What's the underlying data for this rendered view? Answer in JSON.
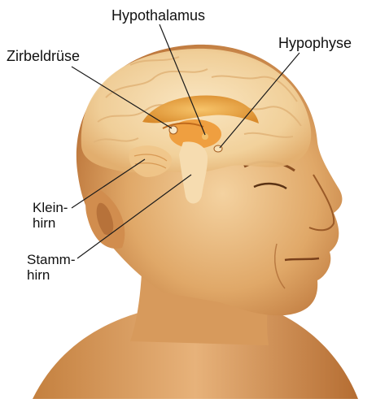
{
  "labels": {
    "hypothalamus": "Hypothalamus",
    "hypophyse": "Hypophyse",
    "zirbeldruese": "Zirbeldrüse",
    "kleinhirn_line1": "Klein-",
    "kleinhirn_line2": "hirn",
    "stammhirn_line1": "Stamm-",
    "stammhirn_line2": "hirn"
  },
  "colors": {
    "background": "#ffffff",
    "skin_light": "#f3cf98",
    "skin_mid": "#d99a55",
    "skin_dark": "#a8612a",
    "brain_gyri": "#f6e2bd",
    "brain_core": "#e9a43a",
    "leader_line": "#1a1a1a",
    "text": "#111111"
  }
}
